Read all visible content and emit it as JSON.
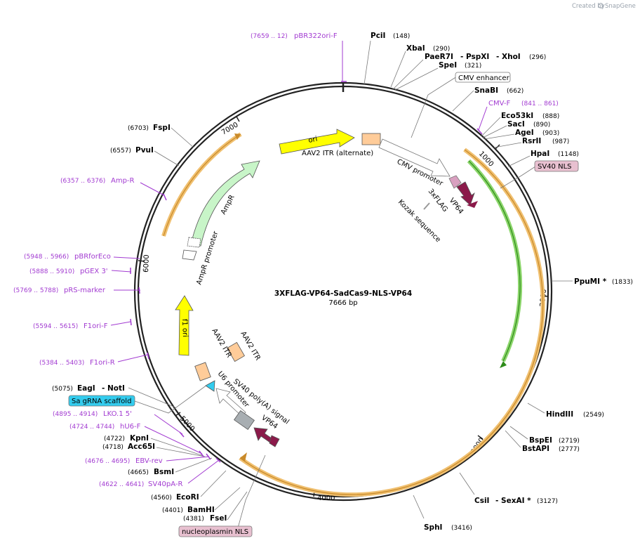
{
  "credit": {
    "created_by": "Created by",
    "brand": "SnapGene"
  },
  "map": {
    "name": "3XFLAG-VP64-SadCas9-NLS-VP64",
    "length": "7666 bp"
  },
  "ticks": [
    "1000",
    "2000",
    "3000",
    "4000",
    "5000",
    "6000",
    "7000"
  ],
  "features": {
    "ori": "ori",
    "aav2_itr_alt": "AAV2 ITR (alternate)",
    "cmv_promoter": "CMV promoter",
    "threexflag": "3xFLAG",
    "vp64_top": "VP64",
    "kozak": "Kozak sequence",
    "ampr": "AmpR",
    "ampr_promoter": "AmpR promoter",
    "f1_ori": "f1 ori",
    "aav2_itr_a": "AAV2 ITR",
    "aav2_itr_b": "AAV2 ITR",
    "u6_promoter": "U6 promoter",
    "sv40_polya": "SV40 poly(A) signal",
    "vp64_bottom": "VP64"
  },
  "labels": {
    "pbr322_pos": "(7659 .. 12)",
    "pbr322": "pBR322ori-F",
    "pcii": "PciI",
    "pcii_pos": "(148)",
    "xbai": "XbaI",
    "xbai_pos": "(290)",
    "paer7i": "PaeR7I",
    "pspxi": "- PspXI",
    "xhoi": "- XhoI",
    "xhoi_pos": "(296)",
    "spei": "SpeI",
    "spei_pos": "(321)",
    "cmv_enhancer": "CMV enhancer",
    "snabi": "SnaBI",
    "snabi_pos": "(662)",
    "cmvf": "CMV-F",
    "cmvf_pos": "(841 .. 861)",
    "eco53ki": "Eco53kI",
    "eco53ki_pos": "(888)",
    "saci": "SacI",
    "saci_pos": "(890)",
    "agei": "AgeI",
    "agei_pos": "(903)",
    "rsrii": "RsrII",
    "rsrii_pos": "(987)",
    "hpai": "HpaI",
    "hpai_pos": "(1148)",
    "sv40nls": "SV40 NLS",
    "pbumi": "PpuMI *",
    "pbumi_pos": "(1833)",
    "hindiii": "HindIII",
    "hindiii_pos": "(2549)",
    "bspei": "BspEI",
    "bspei_pos": "(2719)",
    "bstapi": "BstAPI",
    "bstapi_pos": "(2777)",
    "csii": "CsiI",
    "sexai": "- SexAI *",
    "sexai_pos": "(3127)",
    "sphi": "SphI",
    "sphi_pos": "(3416)",
    "fsei": "FseI",
    "fsei_pos": "(4381)",
    "nucleoplasmin": "nucleoplasmin NLS",
    "bamhi": "BamHI",
    "bamhi_pos": "(4401)",
    "ecori": "EcoRI",
    "ecori_pos": "(4560)",
    "sv40par": "SV40pA-R",
    "sv40par_pos": "(4622 .. 4641)",
    "bsmi": "BsmI",
    "bsmi_pos": "(4665)",
    "ebvrev": "EBV-rev",
    "ebvrev_pos": "(4676 .. 4695)",
    "acc65i": "Acc65I",
    "acc65i_pos": "(4718)",
    "kpni": "KpnI",
    "kpni_pos": "(4722)",
    "hu6f": "hU6-F",
    "hu6f_pos": "(4724 .. 4744)",
    "lko15": "LKO.1 5'",
    "lko15_pos": "(4895 .. 4914)",
    "sagrna": "Sa gRNA scaffold",
    "eagi": "EagI",
    "noti": "- NotI",
    "eagi_pos": "(5075)",
    "f1orir": "F1ori-R",
    "f1orir_pos": "(5384 .. 5403)",
    "f1orif": "F1ori-F",
    "f1orif_pos": "(5594 .. 5615)",
    "prs": "pRS-marker",
    "prs_pos": "(5769 .. 5788)",
    "pgex": "pGEX 3'",
    "pgex_pos": "(5888 .. 5910)",
    "pbrforeco": "pBRforEco",
    "pbrforeco_pos": "(5948 .. 5966)",
    "ampr_primer": "Amp-R",
    "ampr_primer_pos": "(6357 .. 6376)",
    "pvui": "PvuI",
    "pvui_pos": "(6557)",
    "fspi": "FspI",
    "fspi_pos": "(6703)"
  },
  "colors": {
    "ring": "#222222",
    "orange_band": "#f0c070",
    "green_band": "#8bd56a",
    "primer": "#a23bd1"
  }
}
